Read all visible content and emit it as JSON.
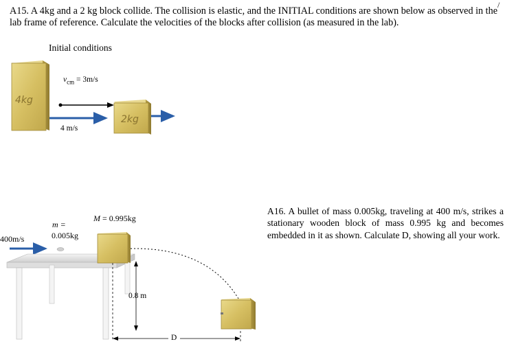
{
  "problem_a15": {
    "text": "A15. A 4kg and a 2 kg block collide. The collision is elastic, and the INITIAL conditions are shown below as observed in the lab frame of reference. Calculate the velocities of the blocks after collision (as measured in the lab)."
  },
  "figure1": {
    "caption": "Initial conditions",
    "block_large_label": "4kg",
    "block_small_label": "2kg",
    "vcm_symbol": "v",
    "vcm_subscript": "cm",
    "vcm_value": " = 3m/s",
    "speed_large": "4 m/s"
  },
  "figure2": {
    "bullet_speed": "400m/s",
    "m_label": "m =",
    "m_value": "0.005kg",
    "M_label": "M",
    "M_value": " = 0.995kg",
    "height_label": "0.8 m",
    "distance_label": "D"
  },
  "problem_a16": {
    "text": "A16. A bullet of mass 0.005kg, traveling at 400 m/s, strikes a stationary wooden block of mass 0.995 kg and becomes embedded in it as shown. Calculate D, showing all your work."
  },
  "colors": {
    "arrow": "#2a5ea8",
    "block_fill": "#d8c36a",
    "block_shadow": "#a8934a",
    "table_top": "#e4e4e4",
    "table_leg": "#f2f2f2"
  }
}
